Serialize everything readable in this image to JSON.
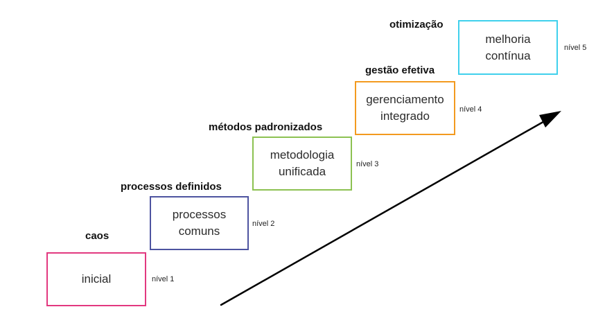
{
  "stages": [
    {
      "title": "caos",
      "box_text": "inicial",
      "level": "nível 1",
      "color": "#e2387f"
    },
    {
      "title": "processos definidos",
      "box_text": "processos\ncomuns",
      "level": "nível 2",
      "color": "#4d53a0"
    },
    {
      "title": "métodos padronizados",
      "box_text": "metodologia\nunificada",
      "level": "nível 3",
      "color": "#8cc151"
    },
    {
      "title": "gestão efetiva",
      "box_text": "gerenciamento\nintegrado",
      "level": "nível 4",
      "color": "#f39a1f"
    },
    {
      "title": "otimização",
      "box_text": "melhoria\ncontínua",
      "level": "nível 5",
      "color": "#3fd0ec"
    }
  ],
  "arrow": {
    "color": "#000000",
    "direction": "up-right"
  }
}
